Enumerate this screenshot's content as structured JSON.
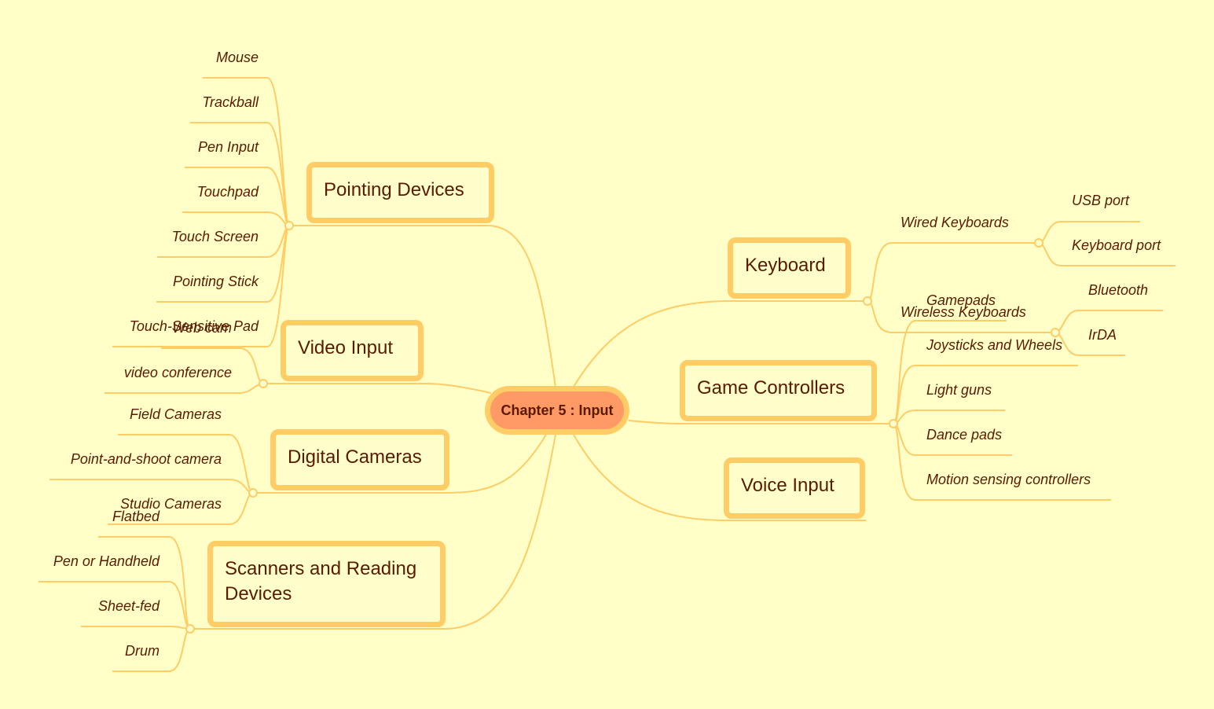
{
  "root": {
    "label": "Chapter 5 : Input"
  },
  "colors": {
    "background": "#ffffc7",
    "branch": "#ffcc66",
    "root_fill": "#ff9966",
    "text": "#5a1a00"
  },
  "branches": {
    "pointing": {
      "label": "Pointing Devices",
      "children": [
        "Mouse",
        "Trackball",
        "Pen Input",
        "Touchpad",
        "Touch Screen",
        "Pointing Stick",
        "Touch-Sensitive Pad"
      ]
    },
    "video": {
      "label": "Video Input",
      "children": [
        "Web cam",
        "video conference"
      ]
    },
    "cameras": {
      "label": "Digital Cameras",
      "children": [
        "Field Cameras",
        "Point-and-shoot camera",
        "Studio Cameras"
      ]
    },
    "scanners": {
      "label_line1": "Scanners and Reading",
      "label_line2": "Devices",
      "children": [
        "Flatbed",
        "Pen or Handheld",
        "Sheet-fed",
        "Drum"
      ]
    },
    "keyboard": {
      "label": "Keyboard",
      "wired": {
        "label": "Wired Keyboards",
        "children": [
          "USB port",
          "Keyboard port"
        ]
      },
      "wireless": {
        "label": "Wireless Keyboards",
        "children": [
          "Bluetooth",
          "IrDA"
        ]
      }
    },
    "game": {
      "label": "Game Controllers",
      "children": [
        "Gamepads",
        "Joysticks and Wheels",
        "Light guns",
        "Dance pads",
        "Motion sensing controllers"
      ]
    },
    "voice": {
      "label": "Voice Input"
    }
  }
}
